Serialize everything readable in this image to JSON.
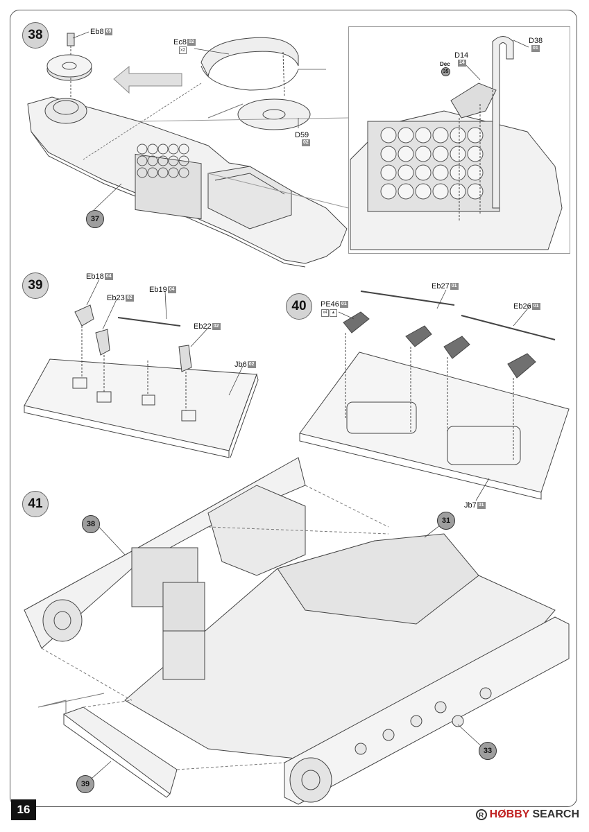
{
  "page_number": "16",
  "watermark": {
    "brand": "HØBBY",
    "suffix": "SEARCH",
    "mark": "R"
  },
  "steps": [
    {
      "number": "38",
      "parts": [
        {
          "code": "Eb8",
          "sprue": "09"
        },
        {
          "code": "Ec8",
          "sprue": "02",
          "qty": "x2"
        },
        {
          "code": "D59",
          "sprue": "02"
        },
        {
          "code": "D14",
          "sprue": "14"
        },
        {
          "code": "D38",
          "sprue": "01"
        }
      ],
      "decal": {
        "label": "Dec",
        "number": "35"
      },
      "ref_steps": [
        "37"
      ]
    },
    {
      "number": "39",
      "parts": [
        {
          "code": "Eb18",
          "sprue": "04"
        },
        {
          "code": "Eb23",
          "sprue": "02"
        },
        {
          "code": "Eb19",
          "sprue": "04"
        },
        {
          "code": "Eb22",
          "sprue": "02"
        },
        {
          "code": "Jb6",
          "sprue": "02"
        }
      ]
    },
    {
      "number": "40",
      "parts": [
        {
          "code": "PE46",
          "sprue": "01",
          "qty": "x4"
        },
        {
          "code": "Eb27",
          "sprue": "01"
        },
        {
          "code": "Eb26",
          "sprue": "01"
        },
        {
          "code": "Jb7",
          "sprue": "01"
        }
      ]
    },
    {
      "number": "41",
      "ref_steps": [
        "38",
        "31",
        "33",
        "39"
      ]
    }
  ],
  "colors": {
    "badge": "#d4d4d4",
    "sub_badge": "#9e9e9e",
    "sprue_tag": "#8a8a8a",
    "line": "#444444"
  },
  "icons": [
    "arrow-left-icon",
    "photo-etch-icon"
  ]
}
